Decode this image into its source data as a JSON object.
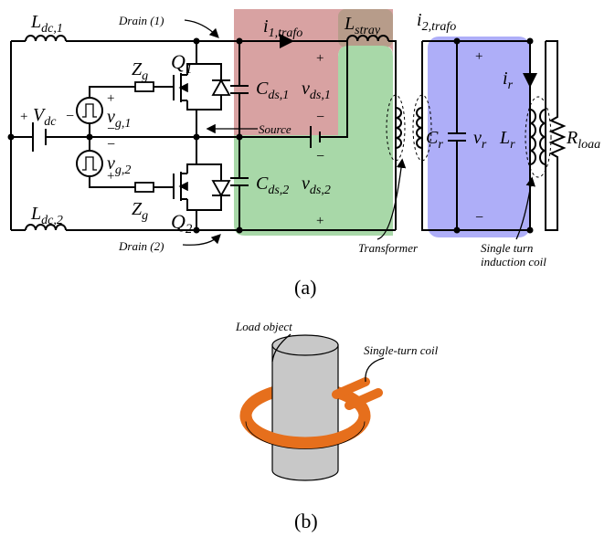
{
  "colors": {
    "drain1_region": "#d8a2a2",
    "drain2_region": "#a8d8a8",
    "stray_region": "#b79c8a",
    "resonant_region": "#aeaef8",
    "coil": "#e66f1c",
    "cylinder": "#c8c8c8"
  },
  "labels": {
    "L_dc": "L",
    "L_dc1_sub": "dc,1",
    "L_dc2_sub": "dc,2",
    "drain1": "Drain (1)",
    "drain2": "Drain (2)",
    "source": "Source",
    "Q": "Q",
    "Q1_sub": "1",
    "Q2_sub": "2",
    "Zg": "Z",
    "Zg_sub": "g",
    "vg": "v",
    "vg1_sub": "g,1",
    "vg2_sub": "g,2",
    "Vdc": "V",
    "Vdc_sub": "dc",
    "plus": "+",
    "minus": "−",
    "Cds": "C",
    "Cds1_sub": "ds,1",
    "Cds2_sub": "ds,2",
    "vds": "v",
    "vds1_sub": "ds,1",
    "vds2_sub": "ds,2",
    "i": "i",
    "i1_sub": "1,trafo",
    "i2_sub": "2,trafo",
    "Lstray": "L",
    "Lstray_sub": "stray",
    "Cr": "C",
    "Cr_sub": "r",
    "vr": "v",
    "vr_sub": "r",
    "Lr": "L",
    "Lr_sub": "r",
    "ir": "i",
    "ir_sub": "r",
    "Rload": "R",
    "Rload_sub": "loaa",
    "transformer": "Transformer",
    "coil_line1": "Single turn",
    "coil_line2": "induction coil",
    "caption_a": "(a)",
    "caption_b": "(b)",
    "load_object": "Load object",
    "single_turn_coil": "Single-turn coil"
  }
}
